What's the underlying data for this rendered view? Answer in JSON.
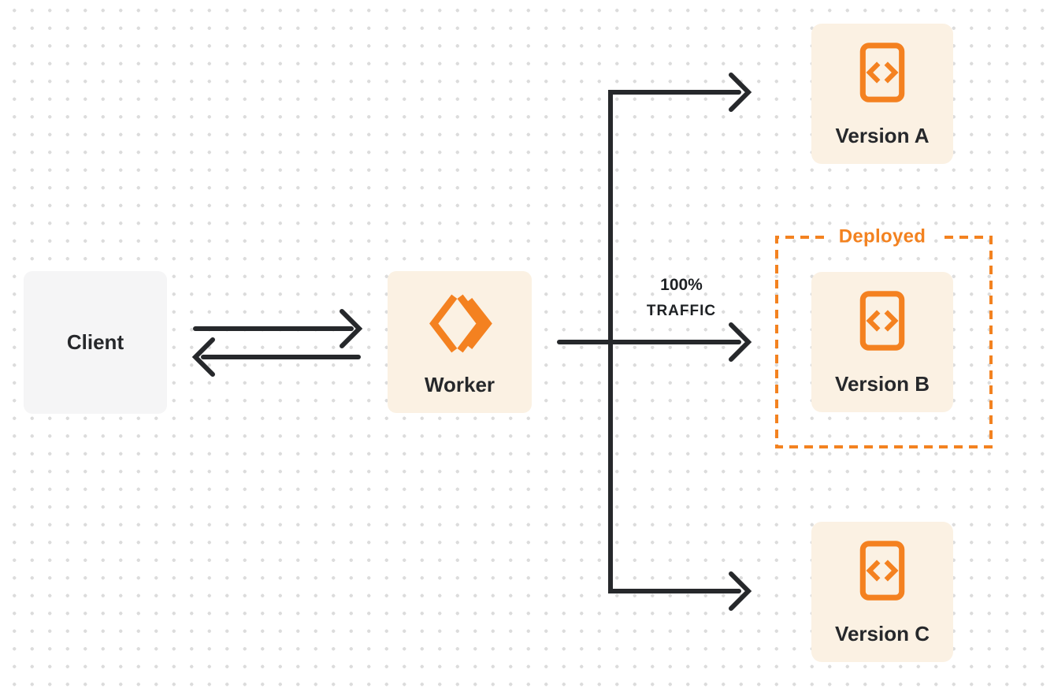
{
  "diagram": {
    "title": "worker-version-routing-diagram",
    "nodes": {
      "client": {
        "label": "Client"
      },
      "worker": {
        "label": "Worker"
      },
      "version_a": {
        "label": "Version A"
      },
      "version_b": {
        "label": "Version B"
      },
      "version_c": {
        "label": "Version C"
      }
    },
    "group": {
      "label": "Deployed"
    },
    "edge_label": {
      "line1": "100%",
      "line2": "TRAFFIC"
    },
    "icons": {
      "worker": "cloudflare-workers-logo",
      "version": "code-file-icon"
    },
    "colors": {
      "accent_orange": "#F38220",
      "line_dark": "#26282B",
      "warm_node_fill": "#FBF1E3",
      "gray_node_fill": "#F5F5F6",
      "dot_grid": "#DCDCDC",
      "background": "#FFFFFF"
    }
  }
}
